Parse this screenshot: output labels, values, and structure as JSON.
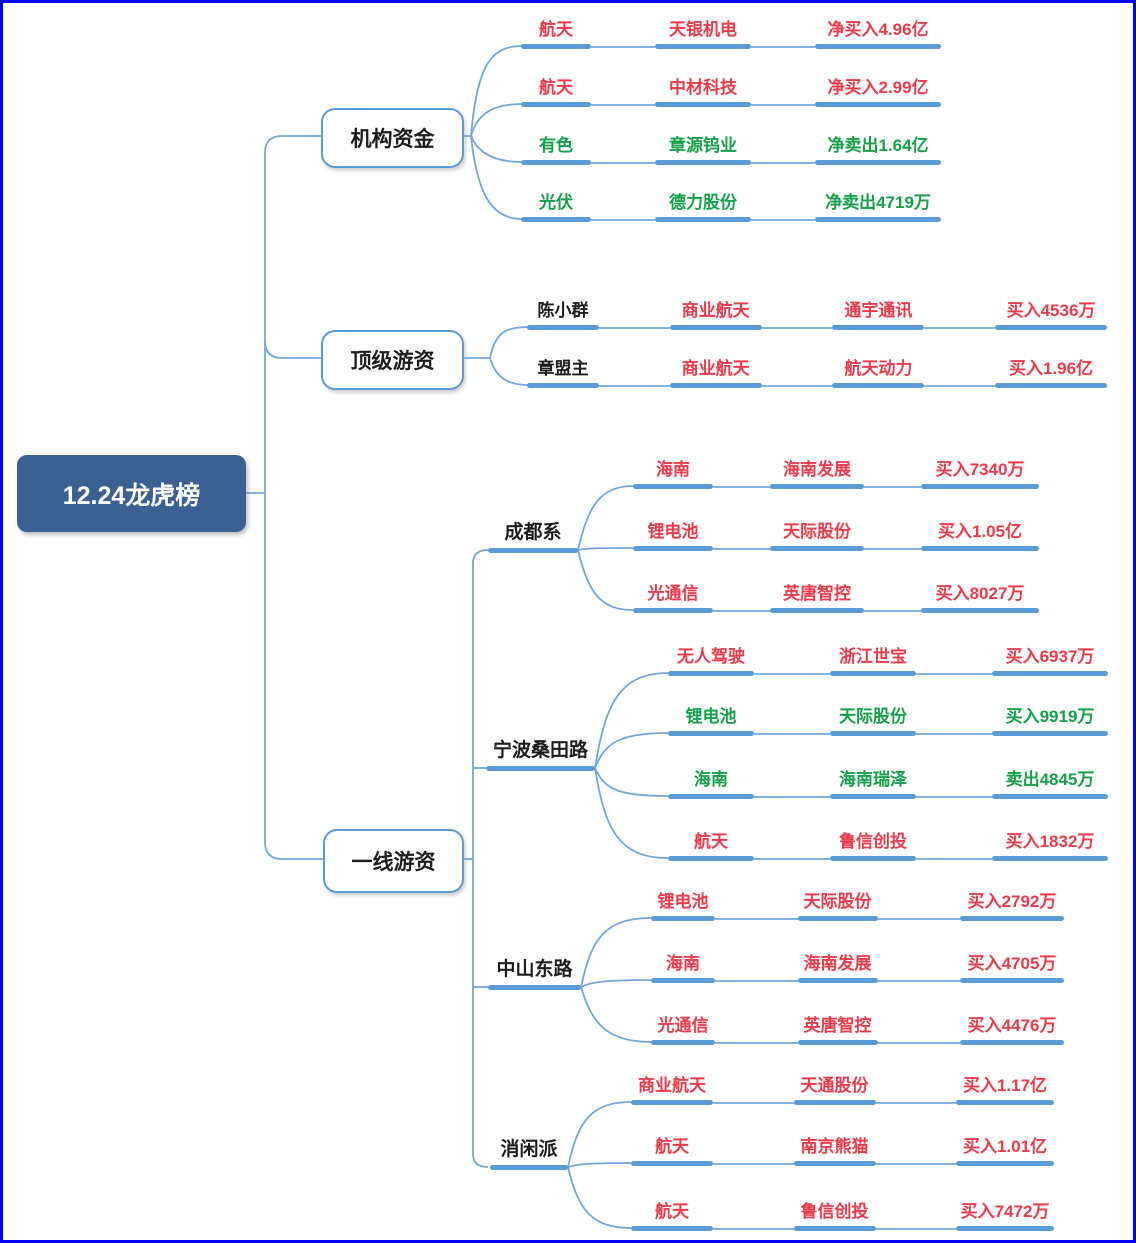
{
  "title": "12.24龙虎榜",
  "colors": {
    "red": "#ed3b4a",
    "green": "#16a04a",
    "black": "#1d1d1d",
    "bar_blue": "#5b9bd5",
    "wire_blue": "#74a7db",
    "root_bg": "#3a6191",
    "frame_blue": "#0202f2"
  },
  "branches": {
    "jigou": {
      "label": "机构资金",
      "rows": [
        {
          "cells": [
            {
              "t": "航天",
              "c": "red"
            },
            {
              "t": "天银机电",
              "c": "red"
            },
            {
              "t": "净买入4.96亿",
              "c": "red"
            }
          ]
        },
        {
          "cells": [
            {
              "t": "航天",
              "c": "red"
            },
            {
              "t": "中材科技",
              "c": "red"
            },
            {
              "t": "净买入2.99亿",
              "c": "red"
            }
          ]
        },
        {
          "cells": [
            {
              "t": "有色",
              "c": "green"
            },
            {
              "t": "章源钨业",
              "c": "green"
            },
            {
              "t": "净卖出1.64亿",
              "c": "green"
            }
          ]
        },
        {
          "cells": [
            {
              "t": "光伏",
              "c": "green"
            },
            {
              "t": "德力股份",
              "c": "green"
            },
            {
              "t": "净卖出4719万",
              "c": "green"
            }
          ]
        }
      ]
    },
    "dingji": {
      "label": "顶级游资",
      "rows": [
        {
          "cells": [
            {
              "t": "陈小群",
              "c": "black"
            },
            {
              "t": "商业航天",
              "c": "red"
            },
            {
              "t": "通宇通讯",
              "c": "red"
            },
            {
              "t": "买入4536万",
              "c": "red"
            }
          ]
        },
        {
          "cells": [
            {
              "t": "章盟主",
              "c": "black"
            },
            {
              "t": "商业航天",
              "c": "red"
            },
            {
              "t": "航天动力",
              "c": "red"
            },
            {
              "t": "买入1.96亿",
              "c": "red"
            }
          ]
        }
      ]
    },
    "yixian": {
      "label": "一线游资",
      "groups": [
        {
          "label": "成都系",
          "rows": [
            {
              "cells": [
                {
                  "t": "海南",
                  "c": "red"
                },
                {
                  "t": "海南发展",
                  "c": "red"
                },
                {
                  "t": "买入7340万",
                  "c": "red"
                }
              ]
            },
            {
              "cells": [
                {
                  "t": "锂电池",
                  "c": "red"
                },
                {
                  "t": "天际股份",
                  "c": "red"
                },
                {
                  "t": "买入1.05亿",
                  "c": "red"
                }
              ]
            },
            {
              "cells": [
                {
                  "t": "光通信",
                  "c": "red"
                },
                {
                  "t": "英唐智控",
                  "c": "red"
                },
                {
                  "t": "买入8027万",
                  "c": "red"
                }
              ]
            }
          ]
        },
        {
          "label": "宁波桑田路",
          "rows": [
            {
              "cells": [
                {
                  "t": "无人驾驶",
                  "c": "red"
                },
                {
                  "t": "浙江世宝",
                  "c": "red"
                },
                {
                  "t": "买入6937万",
                  "c": "red"
                }
              ]
            },
            {
              "cells": [
                {
                  "t": "锂电池",
                  "c": "green"
                },
                {
                  "t": "天际股份",
                  "c": "green"
                },
                {
                  "t": "买入9919万",
                  "c": "green"
                }
              ]
            },
            {
              "cells": [
                {
                  "t": "海南",
                  "c": "green"
                },
                {
                  "t": "海南瑞泽",
                  "c": "green"
                },
                {
                  "t": "卖出4845万",
                  "c": "green"
                }
              ]
            },
            {
              "cells": [
                {
                  "t": "航天",
                  "c": "red"
                },
                {
                  "t": "鲁信创投",
                  "c": "red"
                },
                {
                  "t": "买入1832万",
                  "c": "red"
                }
              ]
            }
          ]
        },
        {
          "label": "中山东路",
          "rows": [
            {
              "cells": [
                {
                  "t": "锂电池",
                  "c": "red"
                },
                {
                  "t": "天际股份",
                  "c": "red"
                },
                {
                  "t": "买入2792万",
                  "c": "red"
                }
              ]
            },
            {
              "cells": [
                {
                  "t": "海南",
                  "c": "red"
                },
                {
                  "t": "海南发展",
                  "c": "red"
                },
                {
                  "t": "买入4705万",
                  "c": "red"
                }
              ]
            },
            {
              "cells": [
                {
                  "t": "光通信",
                  "c": "red"
                },
                {
                  "t": "英唐智控",
                  "c": "red"
                },
                {
                  "t": "买入4476万",
                  "c": "red"
                }
              ]
            }
          ]
        },
        {
          "label": "消闲派",
          "rows": [
            {
              "cells": [
                {
                  "t": "商业航天",
                  "c": "red"
                },
                {
                  "t": "天通股份",
                  "c": "red"
                },
                {
                  "t": "买入1.17亿",
                  "c": "red"
                }
              ]
            },
            {
              "cells": [
                {
                  "t": "航天",
                  "c": "red"
                },
                {
                  "t": "南京熊猫",
                  "c": "red"
                },
                {
                  "t": "买入1.01亿",
                  "c": "red"
                }
              ]
            },
            {
              "cells": [
                {
                  "t": "航天",
                  "c": "red"
                },
                {
                  "t": "鲁信创投",
                  "c": "red"
                },
                {
                  "t": "买入7472万",
                  "c": "red"
                }
              ]
            }
          ]
        }
      ]
    }
  }
}
